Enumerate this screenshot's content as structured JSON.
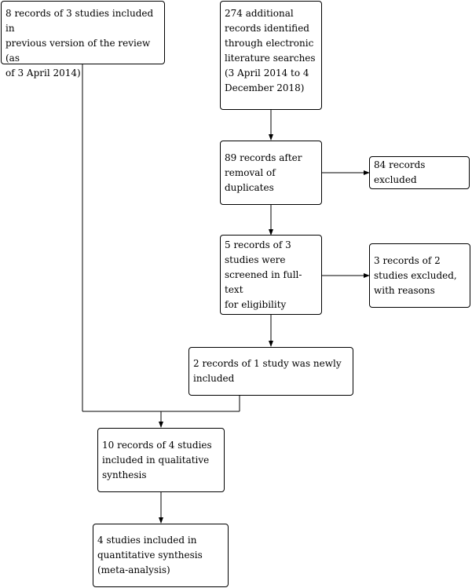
{
  "boxes": {
    "previous": "8 records of 3 studies included in\nprevious version of the review (as\nof 3 April 2014)",
    "additional": "274 additional\nrecords identified\nthrough electronic\nliterature searches\n(3 April 2014 to 4\nDecember 2018)",
    "after_dedup": "89 records after\nremoval of\nduplicates",
    "excluded": "84 records excluded",
    "screened": "5 records of 3\nstudies were\nscreened in full-text\nfor eligibility",
    "excluded_reasons": "3 records of 2\nstudies excluded,\nwith reasons",
    "newly_included": "2 records of 1 study was newly\nincluded",
    "qualitative": "10 records of 4 studies\nincluded in qualitative\nsynthesis",
    "quantitative": "4 studies included in\nquantitative synthesis\n(meta-analysis)"
  },
  "colors": {
    "line": "#000000",
    "border": "#000000",
    "background": "#ffffff"
  }
}
